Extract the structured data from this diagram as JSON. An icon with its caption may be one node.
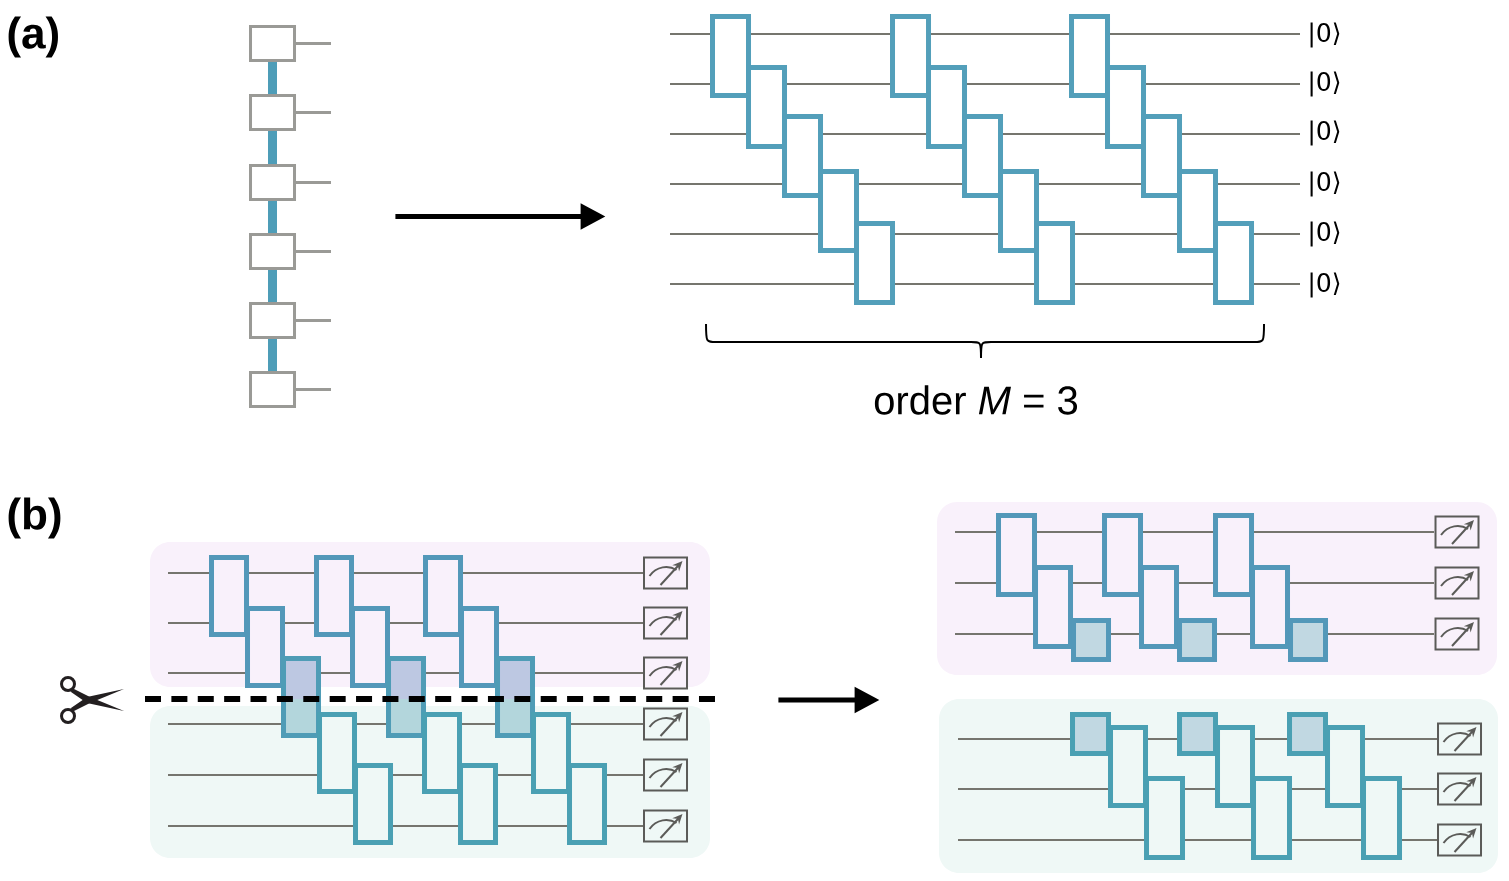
{
  "diagram": {
    "nodes": [
      {
        "text": [],
        "shape": "picture"
      },
      {
        "text": [],
        "shape": "picture",
        "beside": [
          "|0⟩",
          "|0⟩",
          "|0⟩",
          "|0⟩",
          "|0⟩",
          "|0⟩"
        ]
      },
      {
        "text": [],
        "shape": "picture"
      },
      {
        "text": [],
        "shape": "picture"
      }
    ],
    "edges": [
      {
        "from": 0,
        "to": 1,
        "arrow": "to"
      },
      {
        "from": 2,
        "to": 3,
        "arrow": "to"
      }
    ],
    "labels": [
      "(a)",
      "order *M* = 3",
      "(b)"
    ]
  }
}
